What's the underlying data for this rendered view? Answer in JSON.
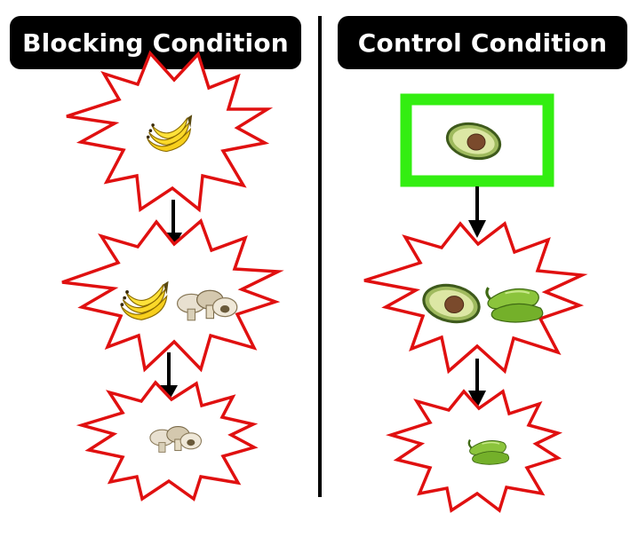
{
  "left_panel": {
    "title": "Blocking Condition",
    "stages": [
      {
        "stimuli": [
          "banana-icon"
        ],
        "frame": "red-starburst"
      },
      {
        "stimuli": [
          "banana-icon",
          "mushroom-icon"
        ],
        "frame": "red-starburst"
      },
      {
        "stimuli": [
          "mushroom-icon"
        ],
        "frame": "red-starburst"
      }
    ]
  },
  "right_panel": {
    "title": "Control Condition",
    "stages": [
      {
        "stimuli": [
          "avocado-icon"
        ],
        "frame": "green-rectangle"
      },
      {
        "stimuli": [
          "avocado-icon",
          "pepper-icon"
        ],
        "frame": "red-starburst"
      },
      {
        "stimuli": [
          "pepper-icon"
        ],
        "frame": "red-starburst"
      }
    ]
  },
  "colors": {
    "header_bg": "#000000",
    "header_text": "#ffffff",
    "starburst_outline": "#e01010",
    "green_frame": "#33ee11",
    "arrow": "#000000"
  }
}
